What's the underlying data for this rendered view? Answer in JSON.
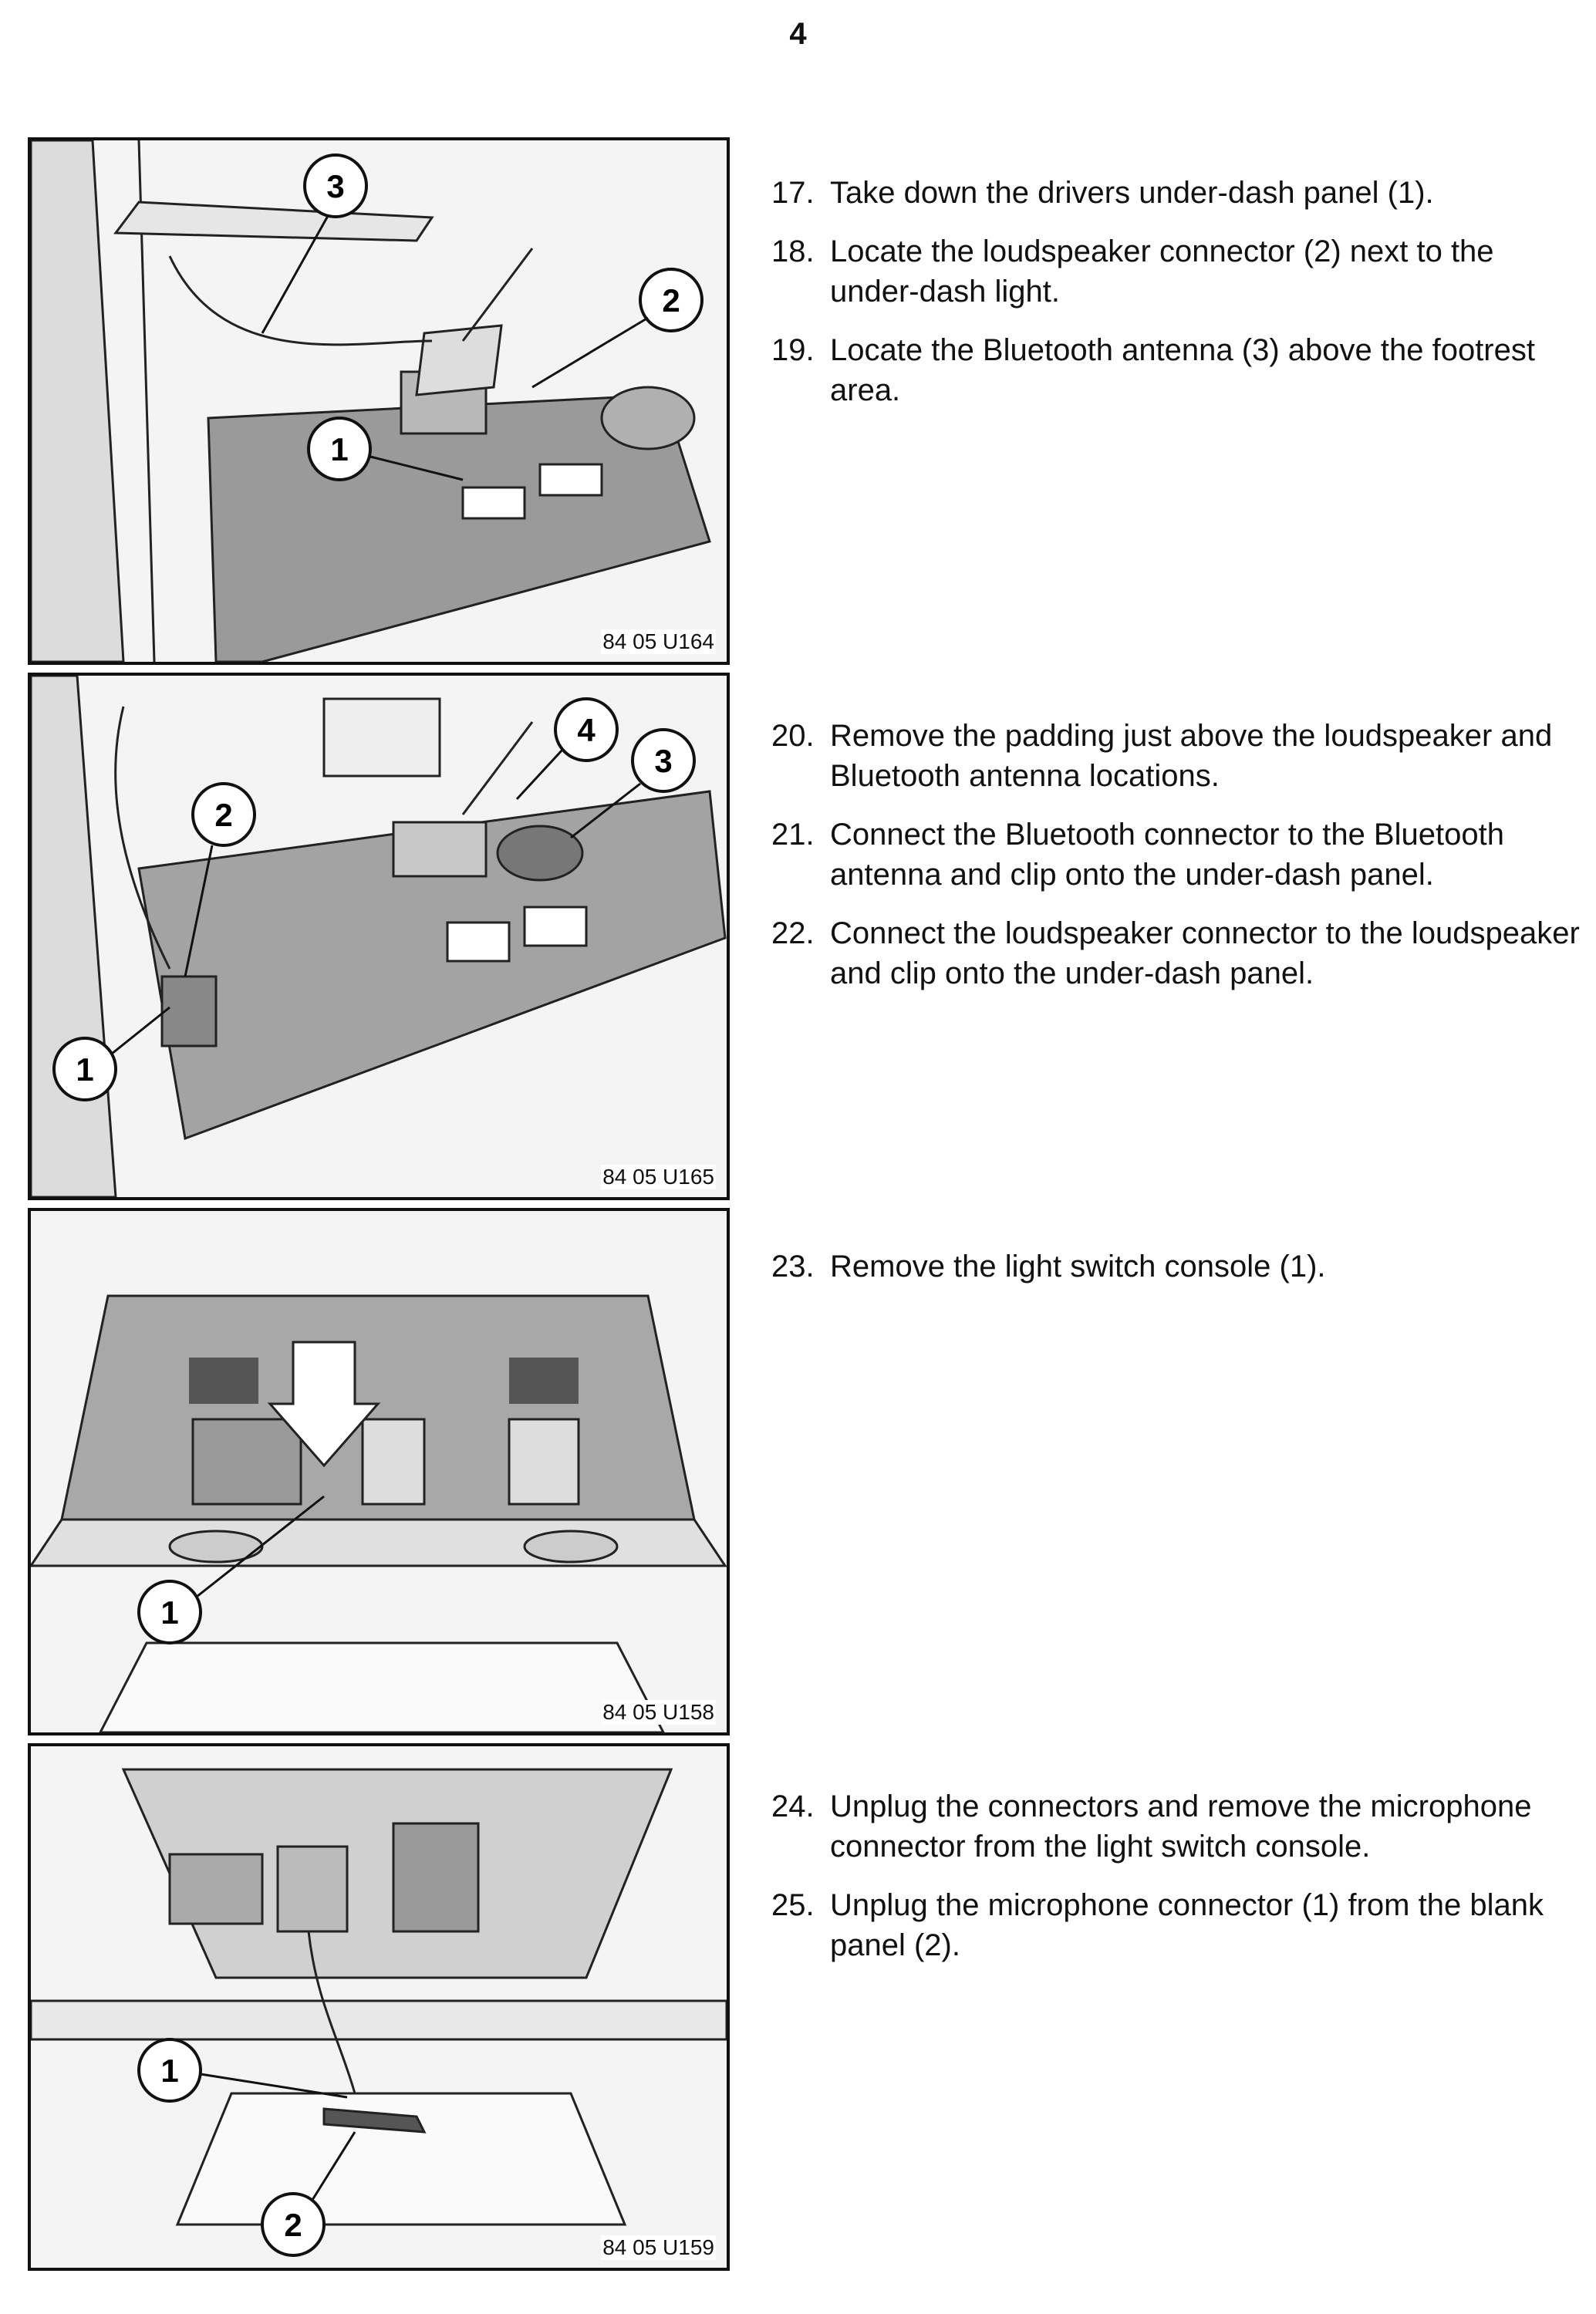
{
  "page_number": "4",
  "figures": [
    {
      "code": "84 05 U164",
      "callouts": [
        "3",
        "2",
        "1"
      ],
      "steps": [
        {
          "num": "17.",
          "text": "Take down the drivers under-dash panel (1)."
        },
        {
          "num": "18.",
          "text": "Locate the loudspeaker connector (2) next to the under-dash light."
        },
        {
          "num": "19.",
          "text": "Locate the Bluetooth antenna (3) above the footrest area."
        }
      ]
    },
    {
      "code": "84 05 U165",
      "callouts": [
        "4",
        "3",
        "2",
        "1"
      ],
      "steps": [
        {
          "num": "20.",
          "text": "Remove the padding just above the loudspeaker and Bluetooth antenna locations."
        },
        {
          "num": "21.",
          "text": "Connect the Bluetooth connector to the Bluetooth antenna and clip onto the under-dash panel."
        },
        {
          "num": "22.",
          "text": "Connect the loudspeaker connector to the loudspeaker and clip onto the under-dash panel."
        }
      ]
    },
    {
      "code": "84 05 U158",
      "callouts": [
        "1"
      ],
      "steps": [
        {
          "num": "23.",
          "text": "Remove the light switch console (1)."
        }
      ]
    },
    {
      "code": "84 05 U159",
      "callouts": [
        "1",
        "2"
      ],
      "steps": [
        {
          "num": "24.",
          "text": "Unplug the connectors and remove the microphone connector from the light switch console."
        },
        {
          "num": "25.",
          "text": "Unplug the microphone connector (1) from the blank panel (2)."
        }
      ]
    }
  ]
}
